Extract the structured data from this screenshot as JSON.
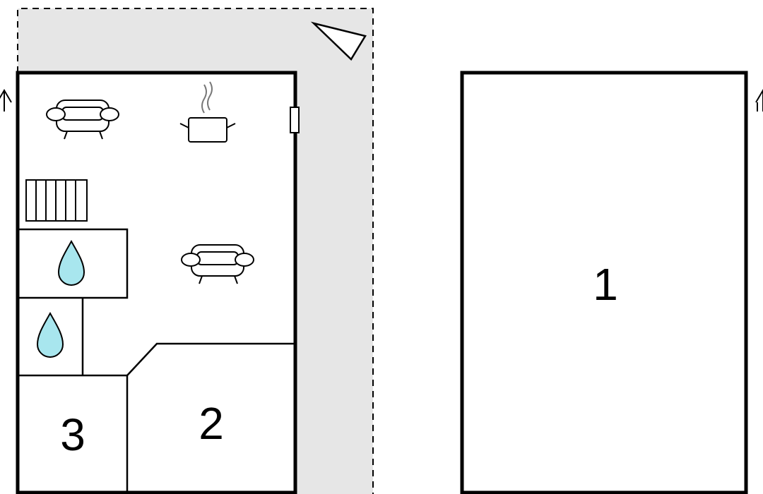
{
  "floor_plan": {
    "rooms": [
      {
        "label": "1"
      },
      {
        "label": "2"
      },
      {
        "label": "3"
      }
    ],
    "colors": {
      "wall": "#000000",
      "terrace": "#e6e6e6",
      "water": "#a8e6ee",
      "background": "#ffffff"
    },
    "icons": [
      "sofa-icon",
      "cooking-pot-icon",
      "radiator-icon",
      "water-drop-icon",
      "compass-pointer-icon"
    ]
  }
}
